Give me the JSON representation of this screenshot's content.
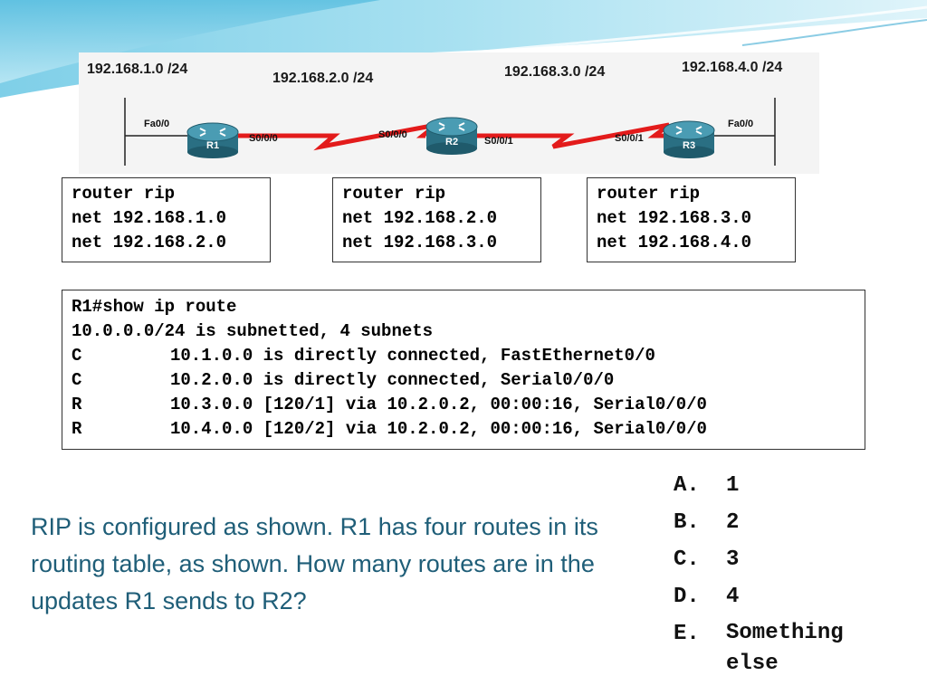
{
  "slide": {
    "networks": [
      "192.168.1.0 /24",
      "192.168.2.0 /24",
      "192.168.3.0 /24",
      "192.168.4.0 /24"
    ],
    "routers": [
      "R1",
      "R2",
      "R3"
    ],
    "interfaces": {
      "r1_fa": "Fa0/0",
      "r1_s": "S0/0/0",
      "r2_s0": "S0/0/0",
      "r2_s1": "S0/0/1",
      "r3_s": "S0/0/1",
      "r3_fa": "Fa0/0"
    },
    "configs": [
      [
        "router rip",
        "net 192.168.1.0",
        "net 192.168.2.0"
      ],
      [
        "router rip",
        "net 192.168.2.0",
        "net 192.168.3.0"
      ],
      [
        "router rip",
        "net 192.168.3.0",
        "net 192.168.4.0"
      ]
    ],
    "route_output": {
      "command": "R1#show ip route",
      "summary": "10.0.0.0/24 is subnetted, 4 subnets",
      "rows": [
        {
          "code": "C",
          "text": "10.1.0.0 is directly connected, FastEthernet0/0"
        },
        {
          "code": "C",
          "text": "10.2.0.0 is directly connected, Serial0/0/0"
        },
        {
          "code": "R",
          "text": "10.3.0.0 [120/1] via 10.2.0.2, 00:00:16, Serial0/0/0"
        },
        {
          "code": "R",
          "text": "10.4.0.0 [120/2] via 10.2.0.2, 00:00:16, Serial0/0/0"
        }
      ]
    },
    "question": "RIP is configured as shown. R1 has four routes in its routing table, as shown. How many routes are in the updates R1 sends to R2?",
    "answers": [
      {
        "letter": "A.",
        "text": "1"
      },
      {
        "letter": "B.",
        "text": "2"
      },
      {
        "letter": "C.",
        "text": "3"
      },
      {
        "letter": "D.",
        "text": "4"
      },
      {
        "letter": "E.",
        "text": "Something else"
      }
    ],
    "colors": {
      "question_text": "#1f5e78",
      "serial_link": "#e31b1b",
      "router_body": "#2e7f95",
      "banner": "#6fc4e0"
    }
  }
}
